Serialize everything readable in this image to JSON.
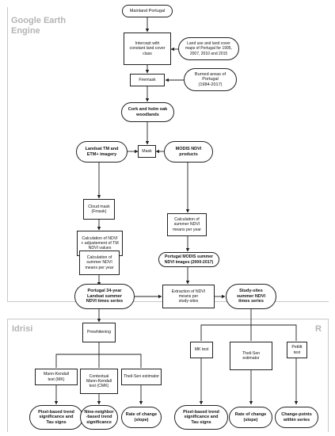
{
  "regions": {
    "gee_label": "Google Earth\nEngine",
    "idrisi_label": "Idrisi",
    "r_label": "R"
  },
  "nodes": {
    "mainland": "Mainland Portugal",
    "intercept": "Intercept with\nconstant land cover\nclass",
    "landuse_maps": "Land use and land cover\nmaps of Portugal  for 1995,\n2007, 2010 and 2015",
    "firemask": "Firemask",
    "burned_areas": "Burned areas of\nPortugal\n(1984-2017)",
    "woodlands": "Cork and holm oak\nwoodlands",
    "mask": "Mask",
    "landsat_imagery": "Landsat TM and\nETM+ imagery",
    "modis_products": "MODIS NDVI\nproducts",
    "cloud_mask": "Cloud mask\n(Fmask)",
    "calc_ndvi_tm": "Calculation of NDVI\n+ adjustement of TM\nNDVI values",
    "modis_means": "Calculation of\nsummer NDVI\nmeans per year",
    "landsat_means": "Calculation of\nsummer NDVI\nmeans per year",
    "modis_images": "Portugal MODIS summer\nNDVI images (2000-2017)",
    "landsat_series": "Portugal 34-year\nLandsat summer\nNDVI times series",
    "extraction": "Extraction of NDVI\nmeans per\nstudy-sites",
    "study_sites": "Study-sites\nsummer NDVI\ntimes series",
    "prewhitening": "Prewhitening",
    "mk_test_idrisi": "Mann-Kendall\ntest (MK)",
    "cmk_test": "Contextual\nMann-Kendall\ntest (CMK)",
    "theil_sen_idrisi": "Theil-Sen estimator",
    "mk_test_r": "MK test",
    "theil_sen_r": "Theil-Sen\nestimator",
    "pettitt": "Pettitt test",
    "pixel_trend_idrisi": "Pixel-based trend\nsignificance and\nTau signs",
    "nine_neighbor": "Nine-neighbor\n-based trend\nsignificance",
    "rate_idrisi": "Rate of change\n(slope)",
    "pixel_trend_r": "Pixel-based trend\nsignificance and\nTau signs",
    "rate_r": "Rate of change\n(slope)",
    "change_points": "Change-points\nwithin series"
  }
}
